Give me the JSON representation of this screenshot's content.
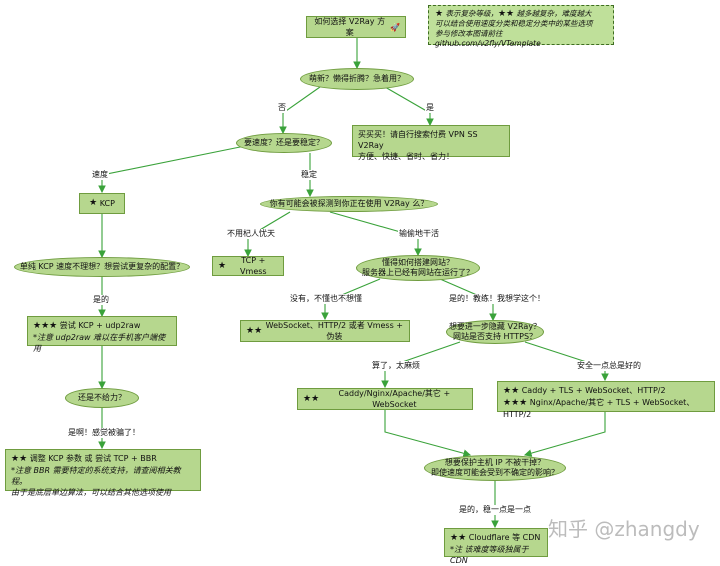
{
  "star": "★",
  "legend": {
    "line1": "表示复杂等级，",
    "line1b": "越多越复杂，难度越大",
    "line2": "可以结合使用速度分类和稳定分类中的某些选项",
    "line3": "参与修改本图请前往 github.com/v2fly/VTemplate"
  },
  "start": {
    "label": "如何选择 V2Ray 方案",
    "icon": "rocket-icon"
  },
  "q_lazy": "萌新？懒得折腾？急着用？",
  "edge_no": "否",
  "edge_yes": "是",
  "buy": {
    "line1": "买买买！请自行搜索付费 VPN SS V2Ray",
    "line2": "方便、快捷、省时、省力！"
  },
  "q_speed": "要速度？还是要稳定？",
  "edge_speed": "速度",
  "edge_stable": "稳定",
  "kcp": "KCP",
  "q_detect": "你有可能会被探测到你正在使用 V2Ray 么？",
  "q_kcp": "单纯 KCP 速度不理想？想尝试更复杂的配置？",
  "edge_kcp_yes": "是的",
  "kcp_udp": {
    "line1": "尝试 KCP + udp2raw",
    "line2": "*注意 udp2raw 难以在手机客户端使用"
  },
  "q_notenough": "还是不给力？",
  "edge_cheated": "是啊！感觉被骗了！",
  "bbr": {
    "line1": "调整 KCP 参数 或 尝试 TCP + BBR",
    "line2": "*注意 BBR 需要特定的系统支持，请查阅相关教程。",
    "line3": "由于是底层单边算法，可以结合其他选项使用"
  },
  "edge_noharm": "不用杞人忧天",
  "edge_lawless": "输偷地干活",
  "tcp_vmess": "TCP + Vmess",
  "q_website": {
    "line1": "懂得如何搭建网站？",
    "line2": "服务器上已经有网站在运行了？"
  },
  "edge_nodontwant": "没有，不懂也不想懂",
  "edge_yesteach": "是的！教练！我想学这个！",
  "ws_http2": "WebSocket、HTTP/2 或者 Vmess + 伪装",
  "q_hide": {
    "line1": "想要进一步隐藏 V2Ray？",
    "line2": "网站是否支持 HTTPS？"
  },
  "edge_forget": "算了，太麻烦",
  "edge_safer": "安全一点总是好的",
  "caddy_ws": "Caddy/Nginx/Apache/其它 + WebSocket",
  "tls": {
    "line1": "Caddy + TLS + WebSocket、HTTP/2",
    "line2": "Nginx/Apache/其它 + TLS + WebSocket、HTTP/2"
  },
  "q_protect": {
    "line1": "想要保护主机 IP 不被干掉？",
    "line2": "即使速度可能会受到不确定的影响？"
  },
  "edge_safe_more": "是的，稳一点是一点",
  "cdn": {
    "line1": "Cloudflare 等 CDN",
    "line2": "*注 该难度等级独属于 CDN"
  },
  "watermark": "知乎 @zhangdy"
}
